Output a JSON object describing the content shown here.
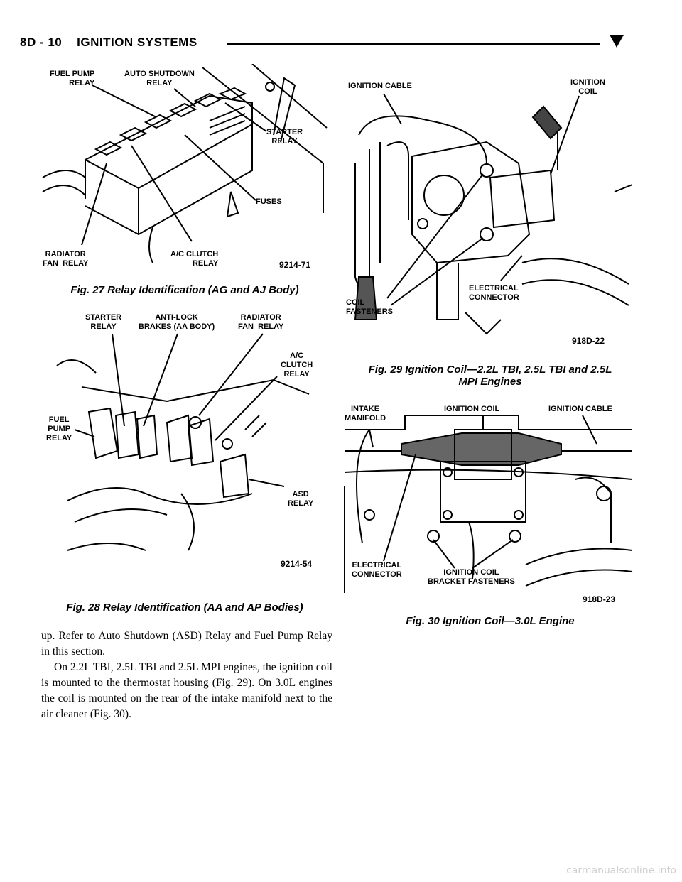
{
  "header": {
    "title": "8D - 10    IGNITION SYSTEMS"
  },
  "fig27": {
    "labels": {
      "fuel_pump_relay": "FUEL PUMP\nRELAY",
      "auto_shutdown_relay": "AUTO SHUTDOWN\nRELAY",
      "starter_relay": "STARTER\nRELAY",
      "fuses": "FUSES",
      "radiator_fan_relay": "RADIATOR\nFAN  RELAY",
      "ac_clutch_relay": "A/C CLUTCH\nRELAY"
    },
    "ref": "9214-71",
    "caption": "Fig. 27 Relay Identification (AG and AJ Body)"
  },
  "fig28": {
    "labels": {
      "starter_relay": "STARTER\nRELAY",
      "anti_lock": "ANTI-LOCK\nBRAKES (AA BODY)",
      "radiator_fan_relay": "RADIATOR\nFAN  RELAY",
      "ac_clutch_relay": "A/C\nCLUTCH\nRELAY",
      "fuel_pump_relay": "FUEL\nPUMP\nRELAY",
      "asd_relay": "ASD\nRELAY"
    },
    "ref": "9214-54",
    "caption": "Fig. 28 Relay Identification (AA and AP Bodies)"
  },
  "fig29": {
    "labels": {
      "ignition_cable": "IGNITION CABLE",
      "ignition_coil": "IGNITION\nCOIL",
      "coil_fasteners": "COIL\nFASTENERS",
      "electrical_connector": "ELECTRICAL\nCONNECTOR"
    },
    "ref": "918D-22",
    "caption": "Fig. 29 Ignition Coil—2.2L TBI, 2.5L TBI and 2.5L\nMPI Engines"
  },
  "fig30": {
    "labels": {
      "intake_manifold": "INTAKE\nMANIFOLD",
      "ignition_coil": "IGNITION COIL",
      "ignition_cable": "IGNITION CABLE",
      "electrical_connector": "ELECTRICAL\nCONNECTOR",
      "bracket_fasteners": "IGNITION COIL\nBRACKET FASTENERS"
    },
    "ref": "918D-23",
    "caption": "Fig. 30 Ignition Coil—3.0L Engine"
  },
  "body": {
    "p1": "up. Refer to Auto Shutdown (ASD) Relay and Fuel Pump Relay in this section.",
    "p2": "On 2.2L TBI, 2.5L TBI and 2.5L MPI engines, the ignition coil is mounted to the thermostat housing (Fig. 29). On 3.0L engines the coil is mounted on the rear of the intake manifold next to the air cleaner (Fig. 30)."
  },
  "watermark": "carmanualsonline.info"
}
